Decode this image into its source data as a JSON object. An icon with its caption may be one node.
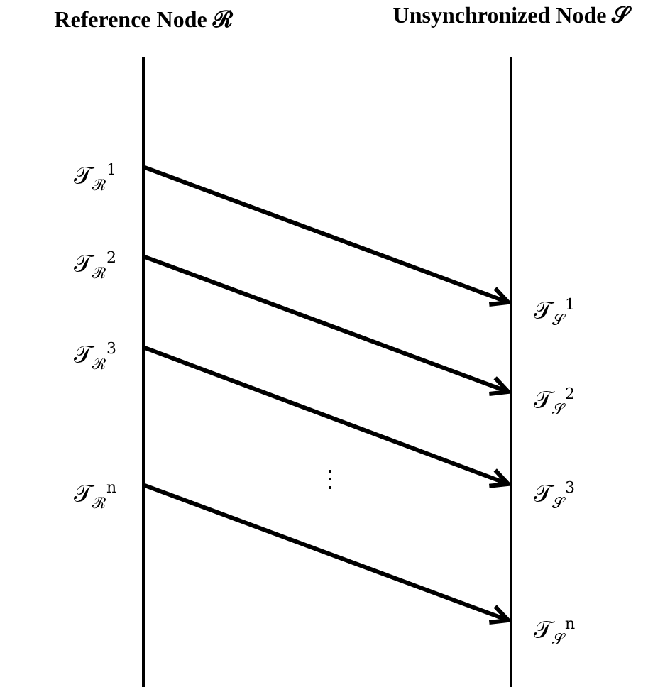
{
  "diagram": {
    "nodes": [
      {
        "text": [
          "Reference Node ℛ"
        ]
      },
      {
        "text": [
          "Unsynchronized Node 𝒮"
        ]
      }
    ],
    "edges": [
      {
        "from": 0,
        "to": 1,
        "arrow": "to"
      },
      {
        "from": 0,
        "to": 1,
        "arrow": "to"
      },
      {
        "from": 0,
        "to": 1,
        "arrow": "to"
      },
      {
        "from": 0,
        "to": 1,
        "arrow": "to"
      }
    ],
    "labels": [
      "𝒯$_{ℛ}$$^{1}$",
      "𝒯$_{ℛ}$$^{2}$",
      "𝒯$_{ℛ}$$^{3}$",
      "⋮",
      "𝒯$_{ℛ}$$^{n}$",
      "𝒯$_{𝒮}$$^{1}$",
      "𝒯$_{𝒮}$$^{2}$",
      "𝒯$_{𝒮}$$^{3}$",
      "𝒯$_{𝒮}$$^{n}$"
    ]
  }
}
